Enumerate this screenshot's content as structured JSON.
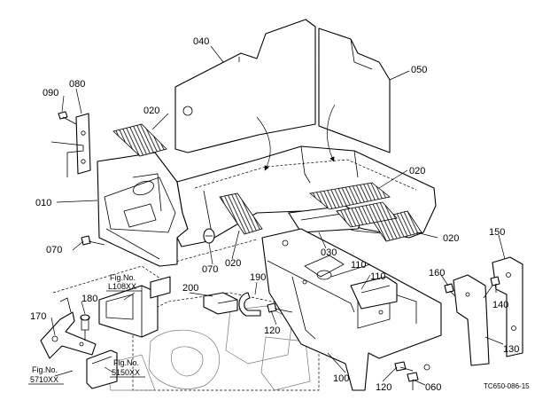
{
  "callouts": {
    "c010": "010",
    "c020a": "020",
    "c020b": "020",
    "c020c": "020",
    "c020d": "020",
    "c030": "030",
    "c040": "040",
    "c050": "050",
    "c060": "060",
    "c070a": "070",
    "c070b": "070",
    "c080": "080",
    "c090": "090",
    "c100": "100",
    "c110a": "110",
    "c110b": "110",
    "c120a": "120",
    "c120b": "120",
    "c130": "130",
    "c140": "140",
    "c150": "150",
    "c160": "160",
    "c170": "170",
    "c180": "180",
    "c190": "190",
    "c200": "200"
  },
  "figure_refs": {
    "l108": {
      "title": "Fig.No.",
      "number": "L108XX"
    },
    "f5150": {
      "title": "Fig.No.",
      "number": "5150XX"
    },
    "f5710": {
      "title": "Fig.No.",
      "number": "5710XX"
    }
  },
  "drawing_code": "TC650-086-15"
}
